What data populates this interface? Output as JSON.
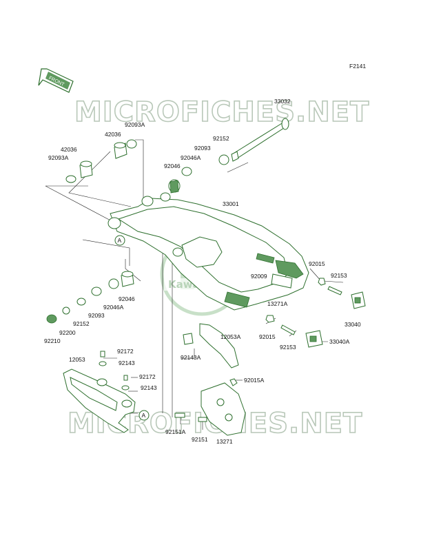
{
  "figure_code": "F2141",
  "front_label": "FRONT",
  "watermark": "MICROFICHES.NET",
  "logo_text": "Kawasaki",
  "callout_letter": "A",
  "colors": {
    "part_fill": "#ffffff",
    "part_stroke": "#2c6e2c",
    "shade": "#5f9a5f",
    "watermark": "#b9c8b9",
    "logo": "#9cc89c"
  },
  "labels": [
    "33032",
    "92093A",
    "42036",
    "42036",
    "92093A",
    "92152",
    "92093",
    "92046A",
    "92046",
    "33001",
    "92015",
    "92009",
    "92153",
    "13271A",
    "33040",
    "92046",
    "92046A",
    "92093",
    "92152",
    "92200",
    "92210",
    "12053A",
    "92015",
    "92153",
    "33040A",
    "92143A",
    "92172",
    "92143",
    "12053",
    "92172",
    "92143",
    "92015A",
    "92151A",
    "92151",
    "13271"
  ]
}
